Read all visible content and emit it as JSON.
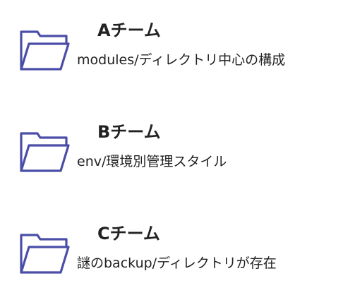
{
  "accent_color": "#4a4ea8",
  "teams": [
    {
      "icon": "folder-icon",
      "title": "Aチーム",
      "description": "modules/ディレクトリ中心の構成"
    },
    {
      "icon": "folder-icon",
      "title": "Bチーム",
      "description": "env/環境別管理スタイル"
    },
    {
      "icon": "folder-icon",
      "title": "Cチーム",
      "description": "謎のbackup/ディレクトリが存在"
    }
  ]
}
